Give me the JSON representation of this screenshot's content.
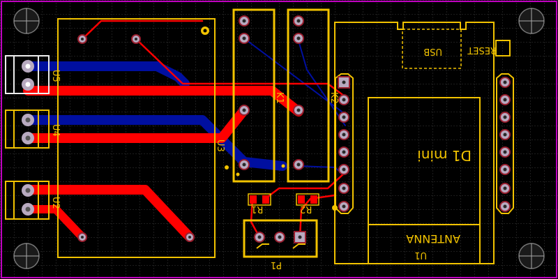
{
  "colors": {
    "background": "#000000",
    "board_outline": "#c000c0",
    "silkscreen": "#f2c300",
    "top_copper": "#ff0000",
    "bottom_copper": "#000fa0",
    "pad": "#b8aac0",
    "mounting_hole": "#1a1a1a"
  },
  "labels": {
    "u5": "U5",
    "u4": "U4",
    "u2": "U2",
    "u3": "U3",
    "k1": "K1",
    "k2": "K2",
    "r1": "R1",
    "r2": "R2",
    "p1": "P1",
    "u1": "U1",
    "d1_mini": "D1 mini",
    "antenna": "ANTENNA",
    "usb": "USB",
    "reset": "RESET"
  },
  "icons": {
    "mounting_hole": "mounting-hole-icon",
    "screw_terminal": "screw-terminal-icon"
  }
}
